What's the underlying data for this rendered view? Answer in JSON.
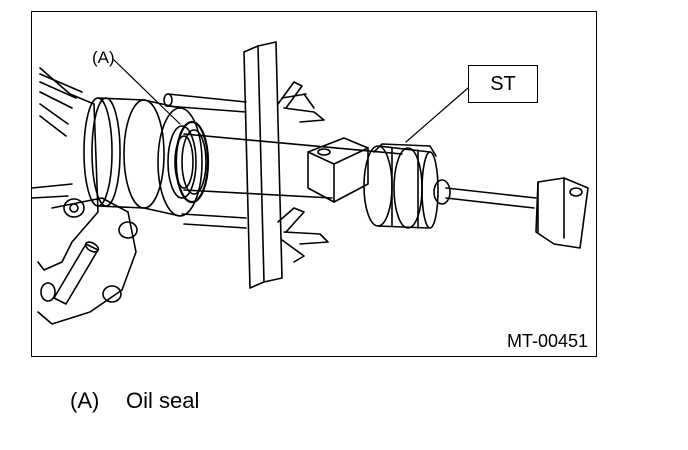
{
  "figure": {
    "code": "MT-00451",
    "callouts": {
      "a": "(A)",
      "st": "ST"
    }
  },
  "legend": [
    {
      "key": "(A)",
      "text": "Oil seal"
    }
  ]
}
